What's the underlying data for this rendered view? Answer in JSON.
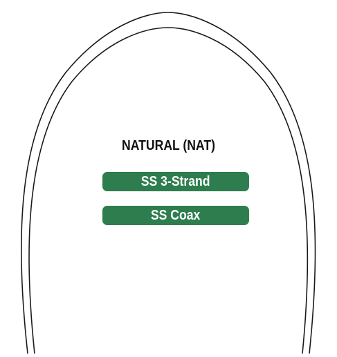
{
  "diagram": {
    "title": "NATURAL (NAT)",
    "labels": [
      {
        "text": "SS 3-Strand"
      },
      {
        "text": "SS Coax"
      }
    ]
  },
  "colors": {
    "pill": "#2e7d4f",
    "pill_text": "#ffffff",
    "arch_line": "#1a1a1a",
    "background": "#ffffff"
  }
}
